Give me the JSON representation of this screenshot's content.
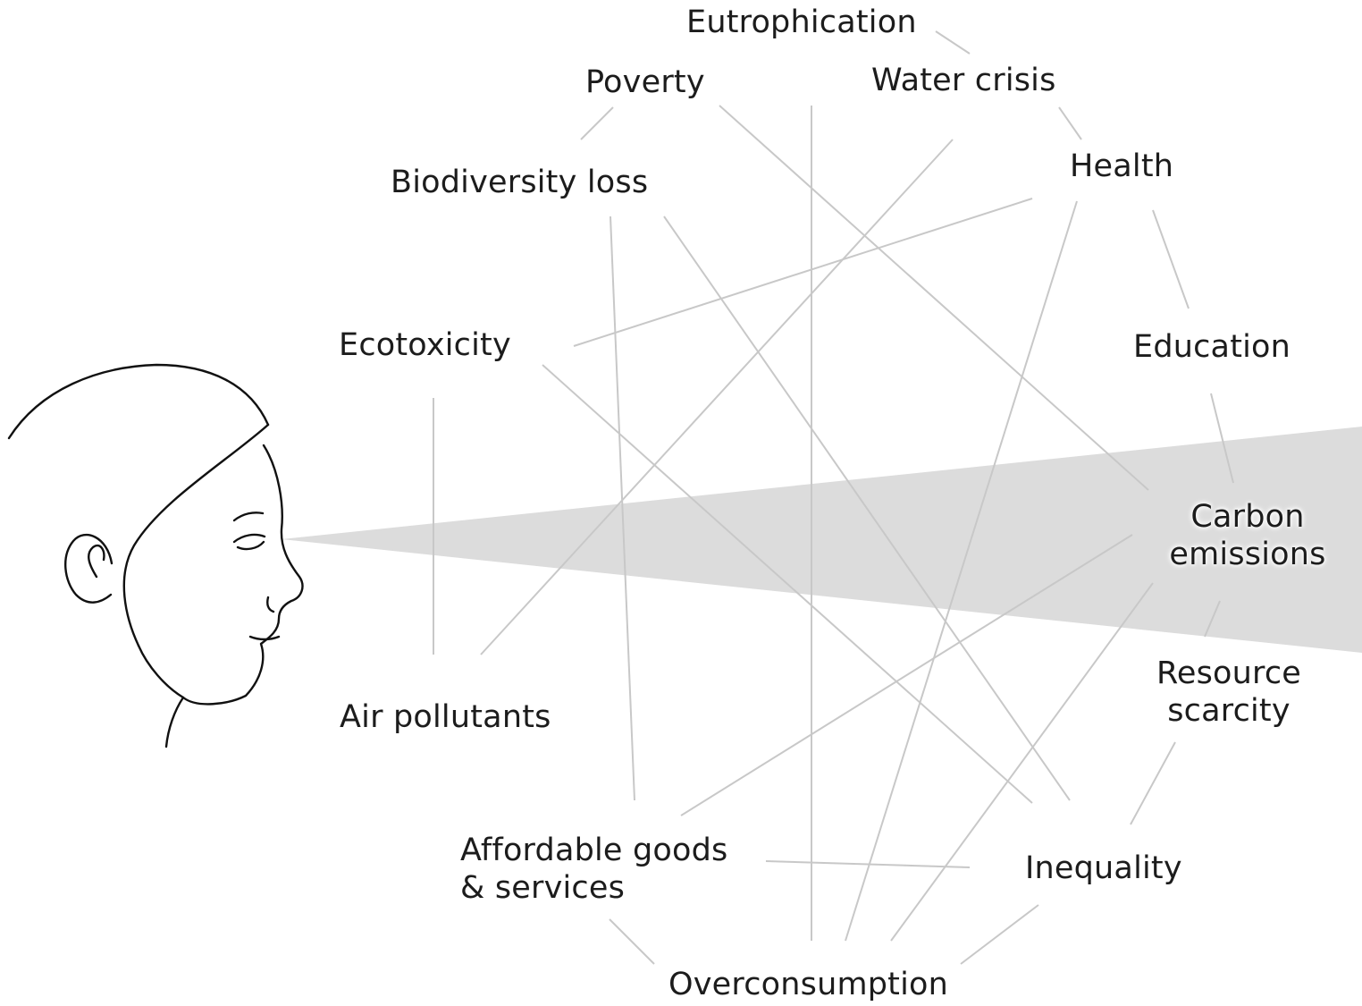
{
  "terms": {
    "eutrophication": "Eutrophication",
    "poverty": "Poverty",
    "water_crisis": "Water crisis",
    "health": "Health",
    "biodiversity_loss": "Biodiversity loss",
    "ecotoxicity": "Ecotoxicity",
    "education": "Education",
    "carbon_emissions": "Carbon\nemissions",
    "resource_scarcity": "Resource\nscarcity",
    "air_pollutants": "Air pollutants",
    "affordable_goods": "Affordable goods\n& services",
    "inequality": "Inequality",
    "overconsumption": "Overconsumption"
  },
  "colors": {
    "connector": "#c8c8c8",
    "view_cone": "#dcdcdc",
    "text": "#1c1c1c",
    "outline": "#111111"
  }
}
